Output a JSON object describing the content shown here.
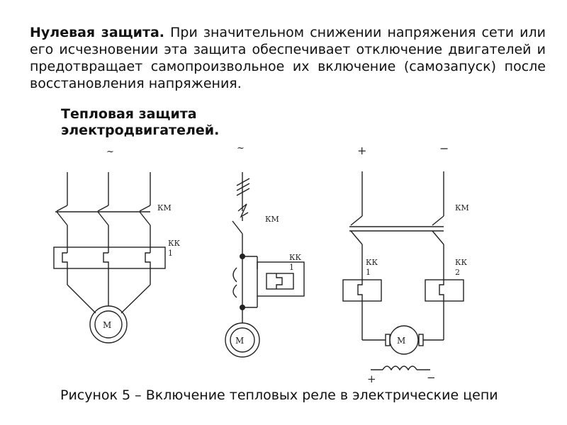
{
  "intro": {
    "heading": "Нулевая защита.",
    "body": "При значительном снижении напряжения сети или его исчезновении эта защита обеспечивает отключение двигателей и предотвращает самопроизвольное их включение (самозапуск) после восстановления напряжения."
  },
  "subheading": {
    "line1": "Тепловая защита",
    "line2": "электродвигателей."
  },
  "diagram_left": {
    "supply": "~",
    "contactor": "КМ",
    "relay_line1": "КК",
    "relay_line2": "1",
    "motor": "М"
  },
  "diagram_middle": {
    "supply": "~",
    "contactor": "КМ",
    "relay_line1": "КК",
    "relay_line2": "1",
    "motor": "М"
  },
  "diagram_right": {
    "plus": "+",
    "minus": "−",
    "contactor": "КМ",
    "relay1_line1": "КК",
    "relay1_line2": "1",
    "relay2_line1": "КК",
    "relay2_line2": "2",
    "motor": "М",
    "field_plus": "+",
    "field_minus": "−"
  },
  "caption": "Рисунок 5 – Включение тепловых реле в электрические цепи"
}
